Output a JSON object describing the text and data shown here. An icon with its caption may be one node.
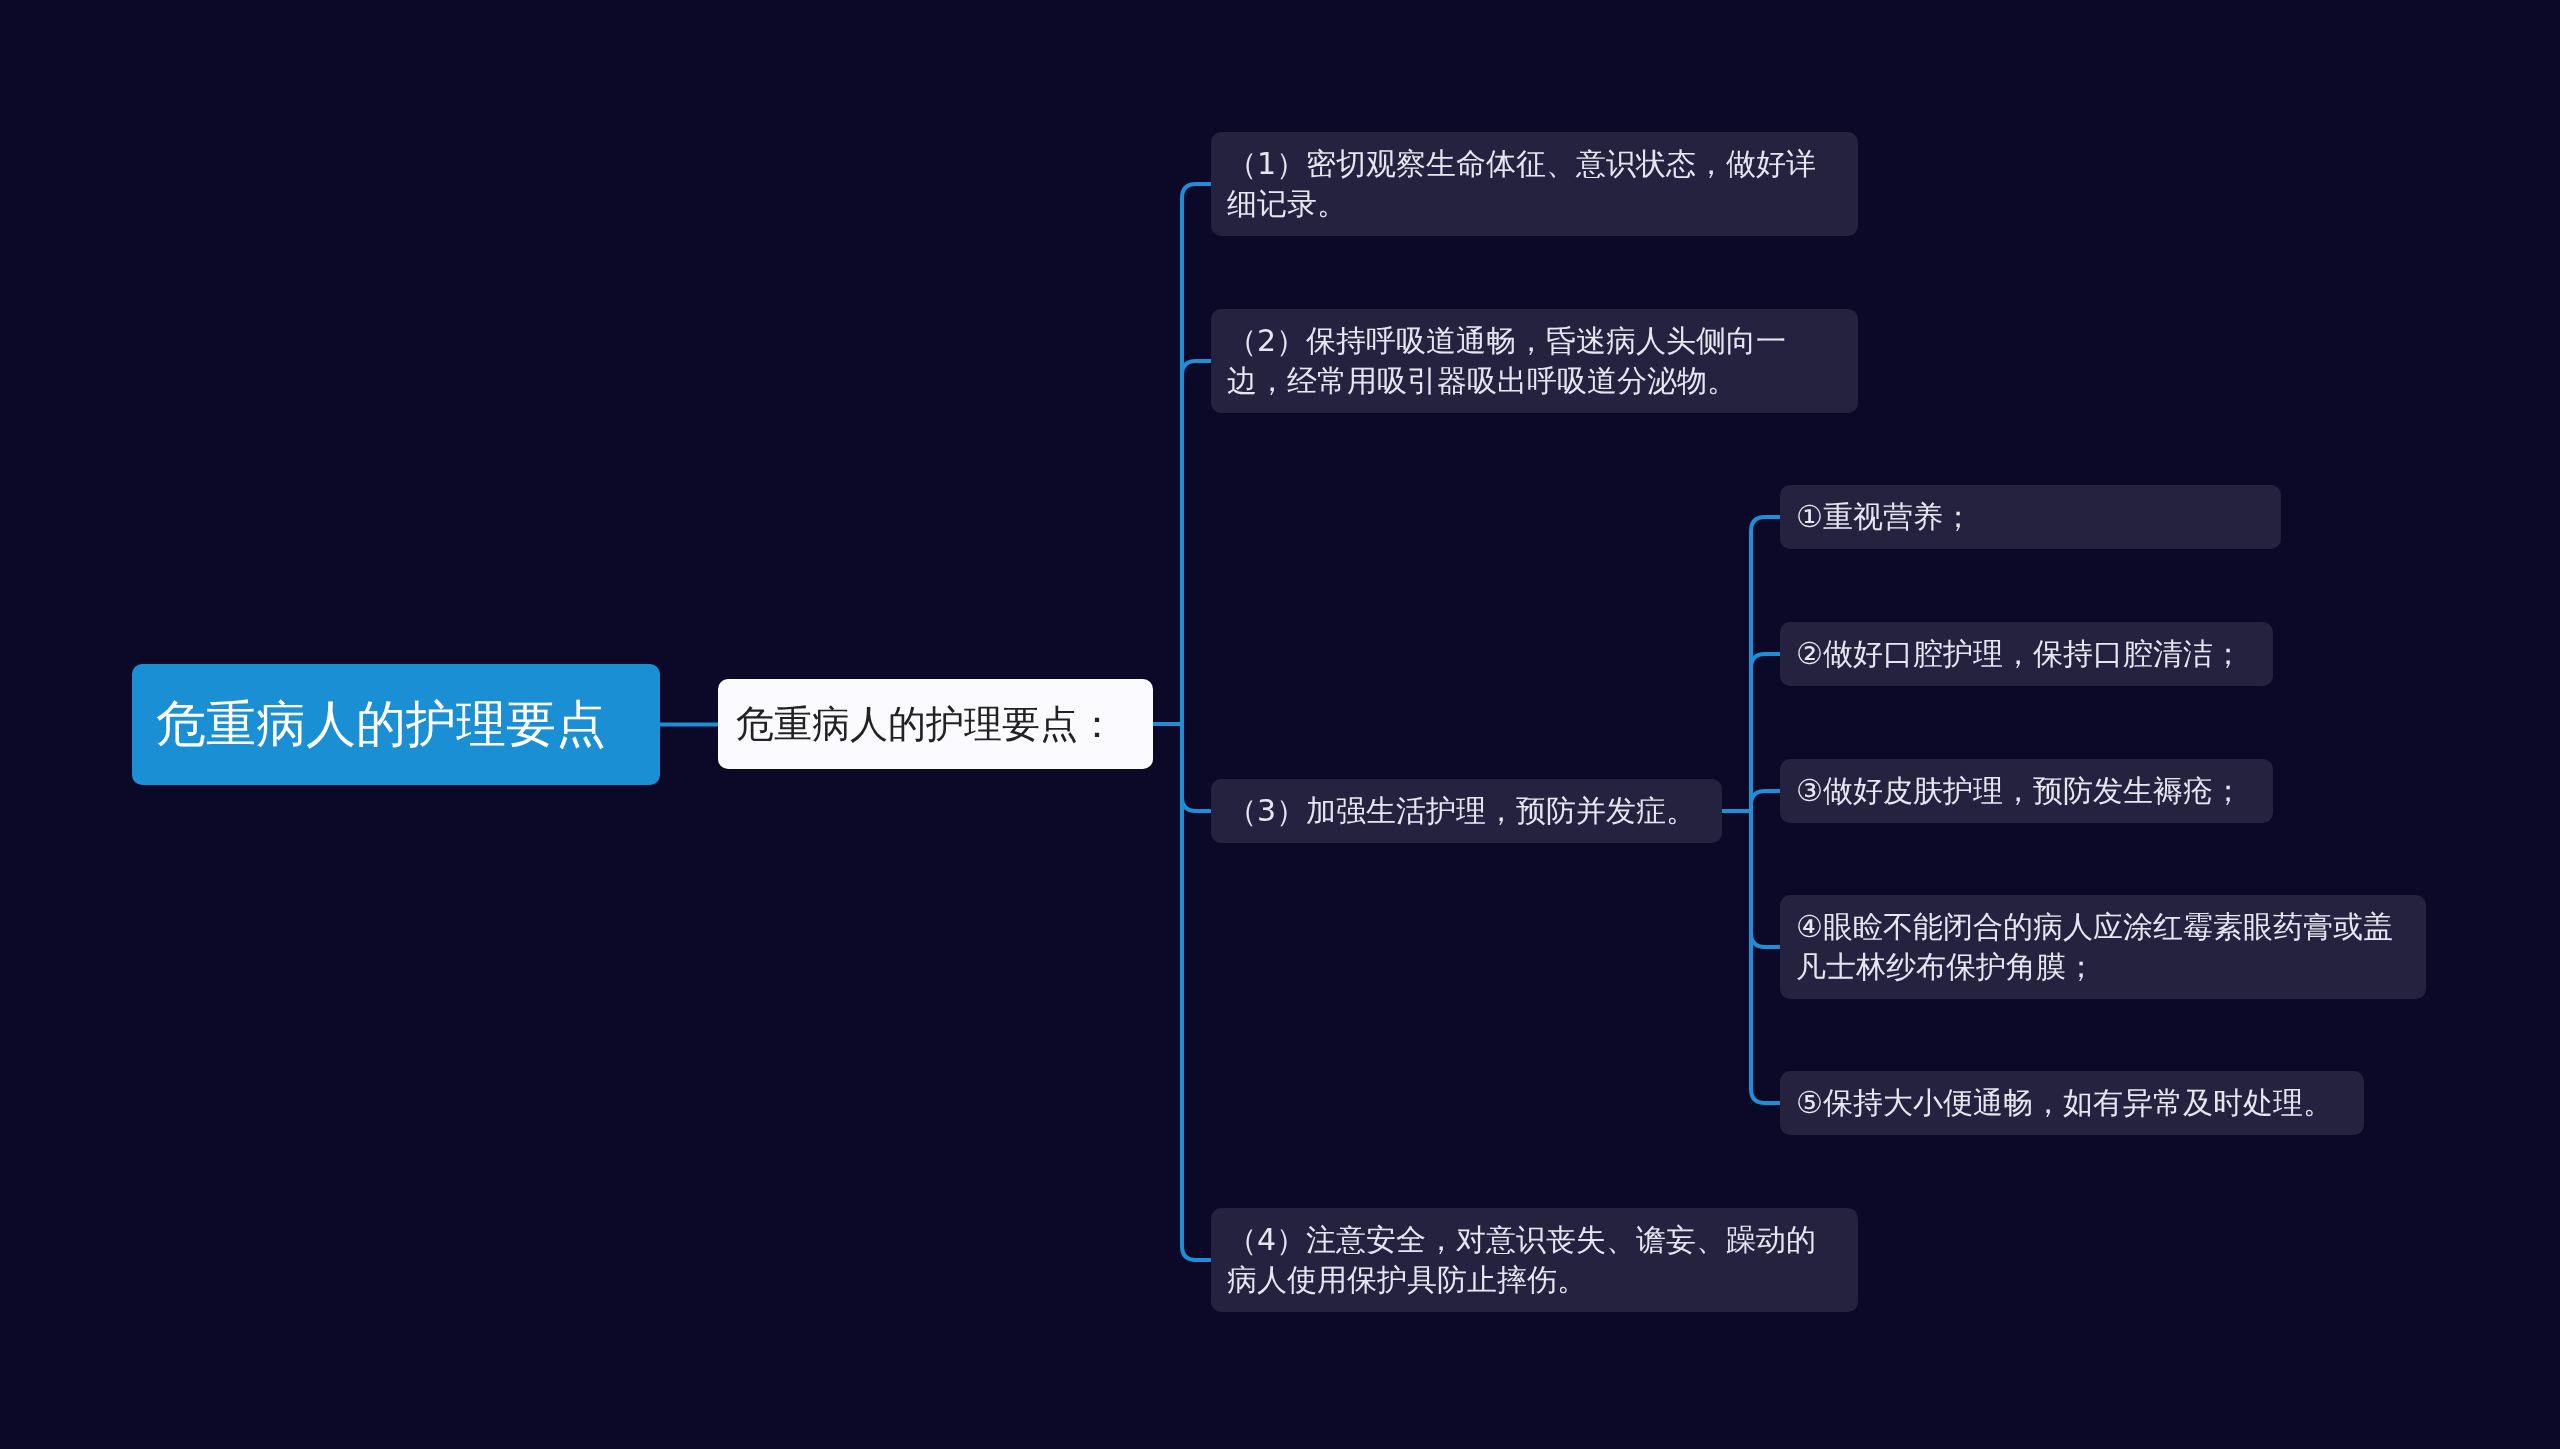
{
  "diagram": {
    "nodes": [
      {
        "text": [
          "危重病人的护理要点"
        ]
      },
      {
        "text": [
          "危重病人的护理要点："
        ]
      },
      {
        "text": [
          "（1）密切观察生命体征、意识状态，做好详细记录。"
        ]
      },
      {
        "text": [
          "（2）保持呼吸道通畅，昏迷病人头侧向一边，经常用吸引器吸出呼吸道分泌物。"
        ]
      },
      {
        "text": [
          "（3）加强生活护理，预防并发症。"
        ]
      },
      {
        "text": [
          "①重视营养；"
        ]
      },
      {
        "text": [
          "②做好口腔护理，保持口腔清洁；"
        ]
      },
      {
        "text": [
          "③做好皮肤护理，预防发生褥疮；"
        ]
      },
      {
        "text": [
          "④眼睑不能闭合的病人应涂红霉素眼药膏或盖凡士林纱布保护角膜；"
        ]
      },
      {
        "text": [
          "⑤保持大小便通畅，如有异常及时处理。"
        ]
      },
      {
        "text": [
          "（4）注意安全，对意识丧失、谵妄、躁动的病人使用保护具防止摔伤。"
        ]
      }
    ],
    "edges": [
      {
        "from": 0,
        "to": 1,
        "arrow": "none"
      },
      {
        "from": 1,
        "to": 2,
        "arrow": "none"
      },
      {
        "from": 1,
        "to": 3,
        "arrow": "none"
      },
      {
        "from": 1,
        "to": 4,
        "arrow": "none"
      },
      {
        "from": 1,
        "to": 10,
        "arrow": "none"
      },
      {
        "from": 4,
        "to": 5,
        "arrow": "none"
      },
      {
        "from": 4,
        "to": 6,
        "arrow": "none"
      },
      {
        "from": 4,
        "to": 7,
        "arrow": "none"
      },
      {
        "from": 4,
        "to": 8,
        "arrow": "none"
      },
      {
        "from": 4,
        "to": 9,
        "arrow": "none"
      }
    ]
  }
}
